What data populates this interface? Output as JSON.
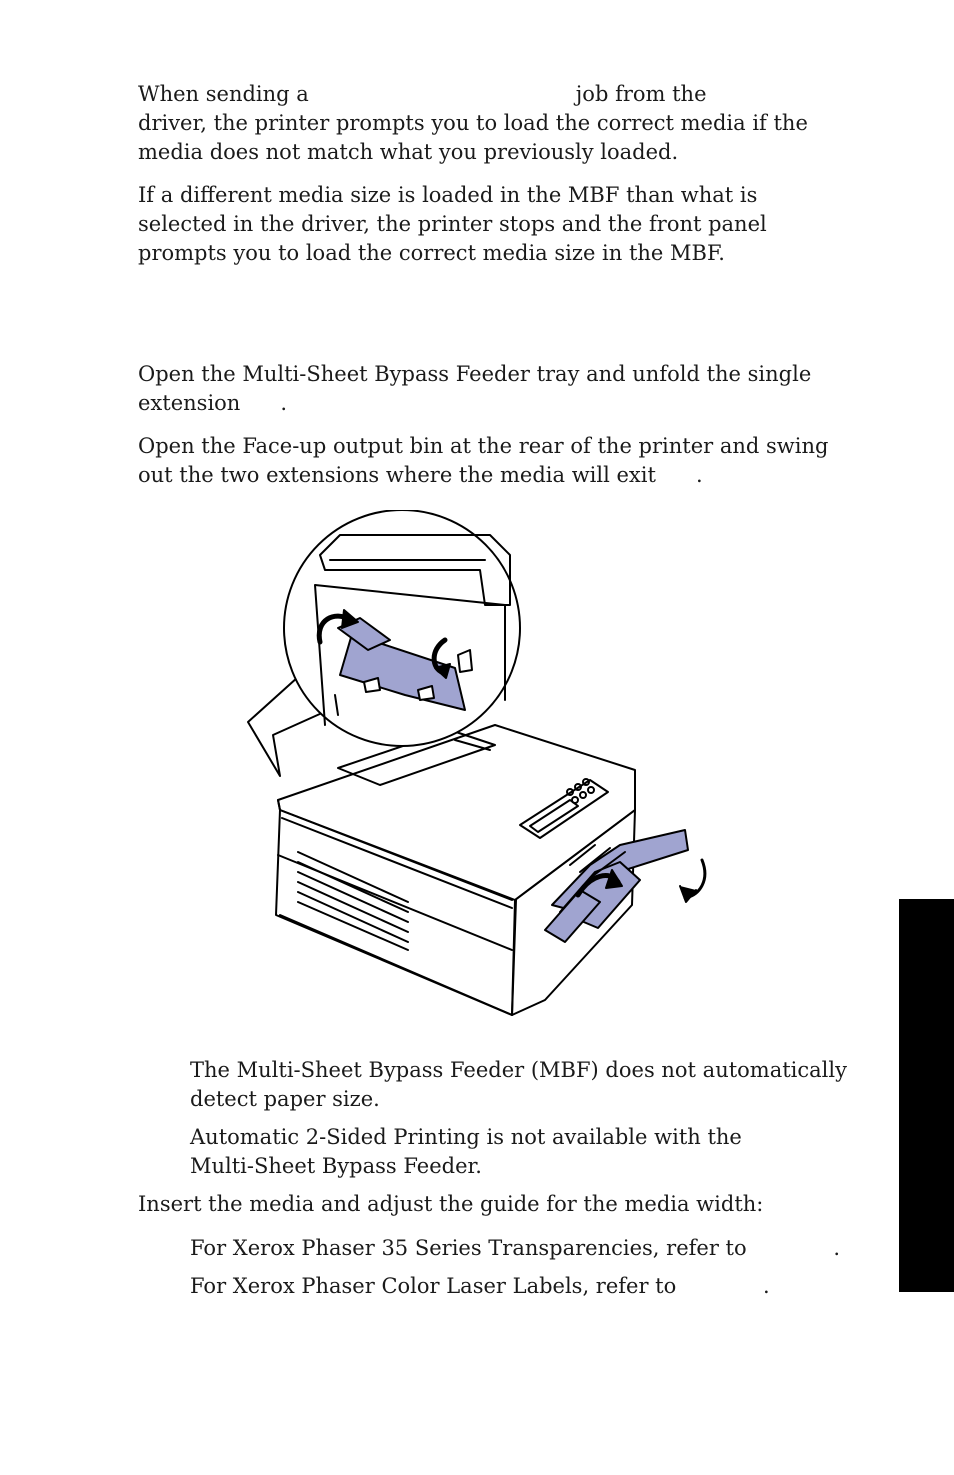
{
  "page": {
    "p1_lines": [
      "When sending a                                        job from the",
      "driver, the printer prompts you to load the correct media if the",
      "media does not match what you previously loaded."
    ],
    "p2_lines": [
      "If a different media size is loaded in the MBF than what is",
      "selected in the driver, the printer stops and the front panel",
      "prompts you to load the correct media size in the MBF."
    ],
    "step1_lines": [
      "Open the Multi-Sheet Bypass Feeder tray and unfold the single",
      "extension      ."
    ],
    "step2_lines": [
      "Open the Face-up output bin at the rear of the printer and swing",
      "out the two extensions where the media will exit      ."
    ],
    "note1_lines": [
      "The Multi-Sheet Bypass Feeder (MBF) does not automatically",
      "detect paper size."
    ],
    "note2_lines": [
      "Automatic 2-Sided Printing is not available with the",
      "Multi-Sheet Bypass Feeder."
    ],
    "step3": "Insert the media and adjust the guide for the media width:",
    "bullet1": "For Xerox Phaser 35 Series Transparencies, refer to             .",
    "bullet2": "For Xerox Phaser Color Laser Labels, refer to             ."
  },
  "figure": {
    "icons": [
      "printer-illustration",
      "rotate-arrow-icon",
      "curved-arrow-icon"
    ],
    "fill_color": "#a0a4d0"
  }
}
